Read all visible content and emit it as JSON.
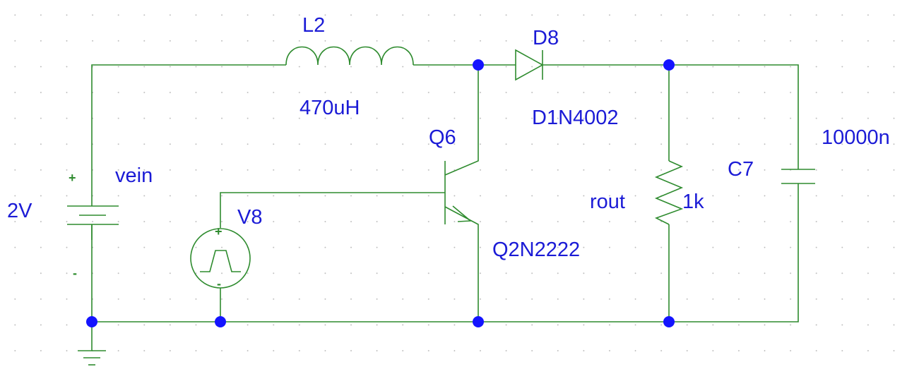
{
  "components": {
    "vein": {
      "label": "vein",
      "value": "2V",
      "plus": "+",
      "minus": "-"
    },
    "l2": {
      "label": "L2",
      "value": "470uH"
    },
    "d8": {
      "label": "D8",
      "value": "D1N4002"
    },
    "q6": {
      "label": "Q6",
      "value": "Q2N2222"
    },
    "v8": {
      "label": "V8",
      "plus": "+",
      "minus": "-"
    },
    "rout": {
      "label": "rout",
      "value": "1k"
    },
    "c7": {
      "label": "C7",
      "value": "10000n"
    }
  },
  "colors": {
    "wire": "#2e8b2e",
    "label": "#1b1bd6",
    "junction": "#1414ff",
    "grid_dot": "#b8b8b8"
  }
}
